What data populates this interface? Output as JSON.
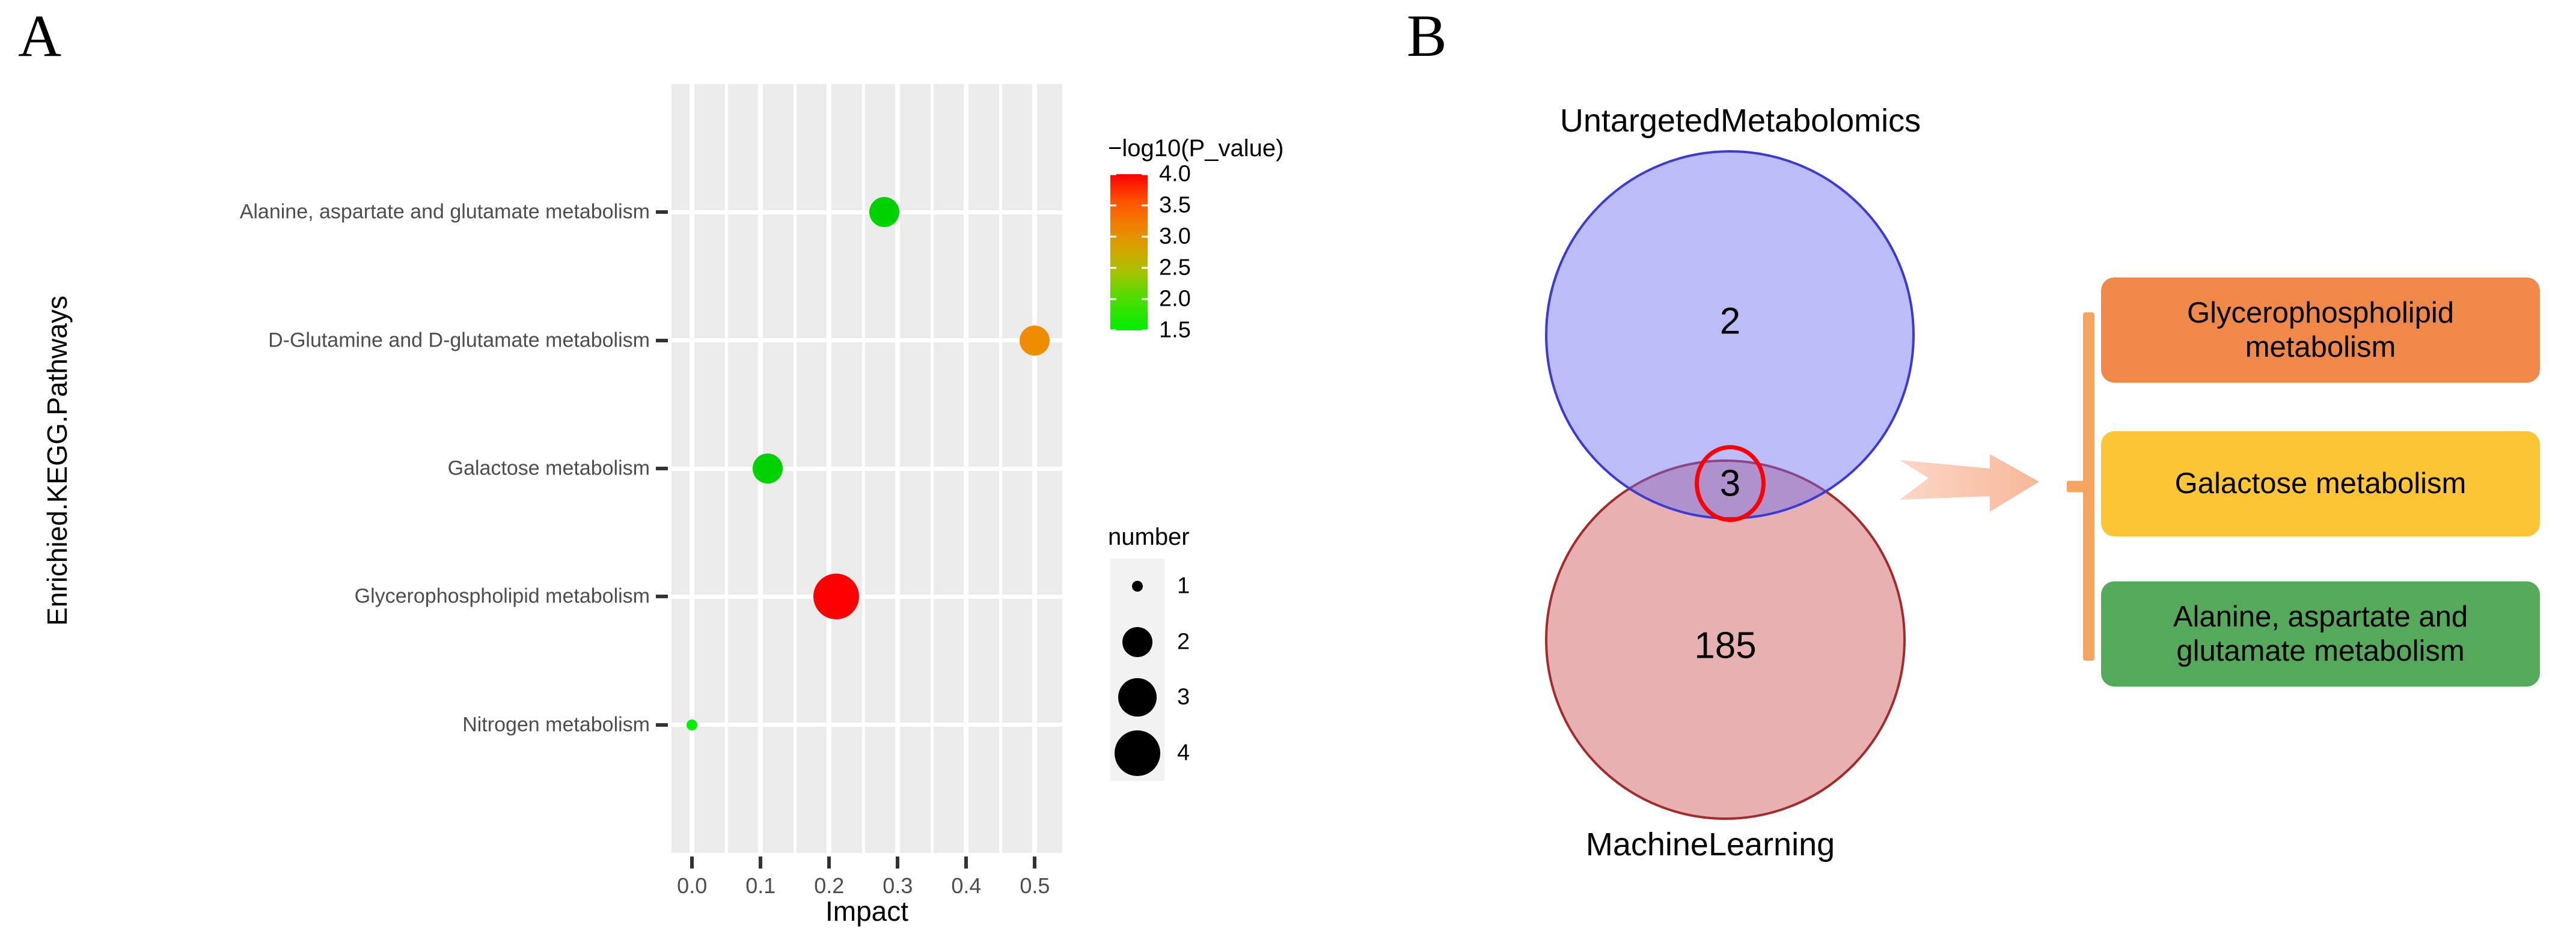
{
  "panels": {
    "a": {
      "letter": "A"
    },
    "b": {
      "letter": "B"
    }
  },
  "chart_data": [
    {
      "type": "scatter",
      "title": "",
      "xlabel": "Impact",
      "ylabel": "Enrichied.KEGG.Pathways",
      "xlim": [
        -0.03,
        0.54
      ],
      "xticks": [
        "0.0",
        "0.1",
        "0.2",
        "0.3",
        "0.4",
        "0.5"
      ],
      "xtick_values": [
        0.0,
        0.1,
        0.2,
        0.3,
        0.4,
        0.5
      ],
      "grid": true,
      "panel_background": "#EBEBEB",
      "gridline_color": "#FFFFFF",
      "categories": [
        "Nitrogen metabolism",
        "Glycerophospholipid metabolism",
        "Galactose metabolism",
        "D-Glutamine and D-glutamate metabolism",
        "Alanine, aspartate and glutamate metabolism"
      ],
      "points": [
        {
          "pathway": "Nitrogen metabolism",
          "impact": 0.0,
          "number": 1,
          "neglog10p": 1.6,
          "color": "#00F000"
        },
        {
          "pathway": "Glycerophospholipid metabolism",
          "impact": 0.21,
          "number": 4,
          "neglog10p": 4.1,
          "color": "#FF0000"
        },
        {
          "pathway": "Galactose metabolism",
          "impact": 0.11,
          "number": 2,
          "neglog10p": 1.7,
          "color": "#00D200"
        },
        {
          "pathway": "D-Glutamine and D-glutamate metabolism",
          "impact": 0.5,
          "number": 2,
          "neglog10p": 2.95,
          "color": "#F08C00"
        },
        {
          "pathway": "Alanine, aspartate and glutamate metabolism",
          "impact": 0.28,
          "number": 2,
          "neglog10p": 1.75,
          "color": "#00D200"
        }
      ],
      "color_legend": {
        "title": "−log10(P_value)",
        "ticks": [
          "4.0",
          "3.5",
          "3.0",
          "2.5",
          "2.0",
          "1.5"
        ],
        "tick_values": [
          4.0,
          3.5,
          3.0,
          2.5,
          2.0,
          1.5
        ],
        "high_color": "#FF0000",
        "low_color": "#00F000",
        "position": "right"
      },
      "size_legend": {
        "title": "number",
        "labels": [
          "1",
          "2",
          "3",
          "4"
        ],
        "values": [
          1,
          2,
          3,
          4
        ],
        "position": "right"
      }
    },
    {
      "type": "venn",
      "title": "",
      "sets": [
        {
          "name": "UntargetedMetabolomics",
          "only_count": "2",
          "fill": "#6A6AF0",
          "stroke": "#3B3BD0"
        },
        {
          "name": "MachineLearning",
          "only_count": "185",
          "fill": "#C84646",
          "stroke": "#A32B2B"
        }
      ],
      "intersection": {
        "count": "3",
        "highlight_color": "#FF0000"
      },
      "callout_boxes": [
        {
          "label": "Glycerophospholipid metabolism",
          "color": "#F0884A"
        },
        {
          "label": "Galactose metabolism",
          "color": "#FBC536"
        },
        {
          "label": "Alanine, aspartate and glutamate metabolism",
          "color": "#55A95B"
        }
      ],
      "brace_color": "#F5A55F",
      "arrow_color": "#FBC9B4"
    }
  ]
}
